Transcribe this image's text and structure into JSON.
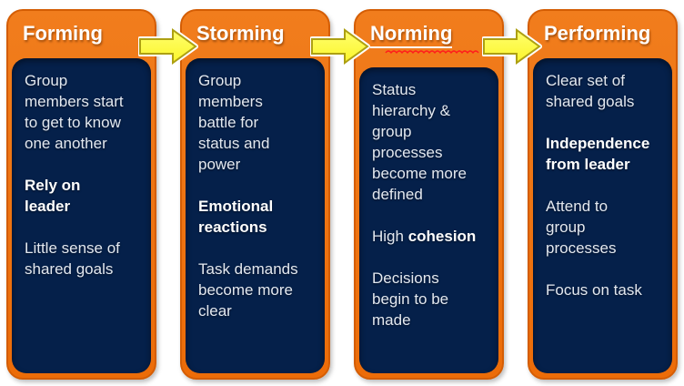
{
  "diagram": {
    "kind": "stage-flow",
    "stage_count": 4
  },
  "colors": {
    "column_orange": "#ee7112",
    "column_orange_border": "#d45d04",
    "body_navy": "#05204a",
    "arrow_yellow_fill": "#fbf52b",
    "arrow_outline": "#ada013",
    "arrow_halo": "#ffffff",
    "title_text": "#ffffff",
    "body_text": "#e3e8f0",
    "spellcheck_red": "#ff1c1c"
  },
  "columns": [
    {
      "title": "Forming",
      "underlined": false,
      "spellcheck_squiggle": false,
      "paragraphs": [
        {
          "bold": false,
          "text": "Group\nmembers start\nto get to know\none another"
        },
        {
          "bold": true,
          "text": "Rely on\nleader"
        },
        {
          "bold": false,
          "text": "Little sense of\nshared goals"
        }
      ]
    },
    {
      "title": "Storming",
      "underlined": false,
      "spellcheck_squiggle": false,
      "paragraphs": [
        {
          "bold": false,
          "text": "Group\nmembers\nbattle for\nstatus and\npower"
        },
        {
          "bold": true,
          "text": "Emotional\nreactions"
        },
        {
          "bold": false,
          "text": "Task demands\nbecome more\nclear"
        }
      ]
    },
    {
      "title": "Norming",
      "underlined": true,
      "spellcheck_squiggle": true,
      "paragraphs": [
        {
          "bold": false,
          "text": "Status\nhierarchy &\ngroup\nprocesses\nbecome more\ndefined"
        },
        {
          "segments": [
            {
              "text": "High ",
              "bold": false
            },
            {
              "text": "cohesion",
              "bold": true
            }
          ]
        },
        {
          "bold": false,
          "text": "Decisions\nbegin to be\nmade"
        }
      ]
    },
    {
      "title": "Performing",
      "underlined": false,
      "spellcheck_squiggle": false,
      "paragraphs": [
        {
          "bold": false,
          "text": "Clear set of\nshared goals"
        },
        {
          "bold": true,
          "text": "Independence\nfrom leader"
        },
        {
          "bold": false,
          "text": "Attend to\ngroup\nprocesses"
        },
        {
          "bold": false,
          "text": "Focus on task"
        }
      ]
    }
  ],
  "arrows": [
    {
      "direction": "right"
    },
    {
      "direction": "right"
    },
    {
      "direction": "right"
    }
  ]
}
